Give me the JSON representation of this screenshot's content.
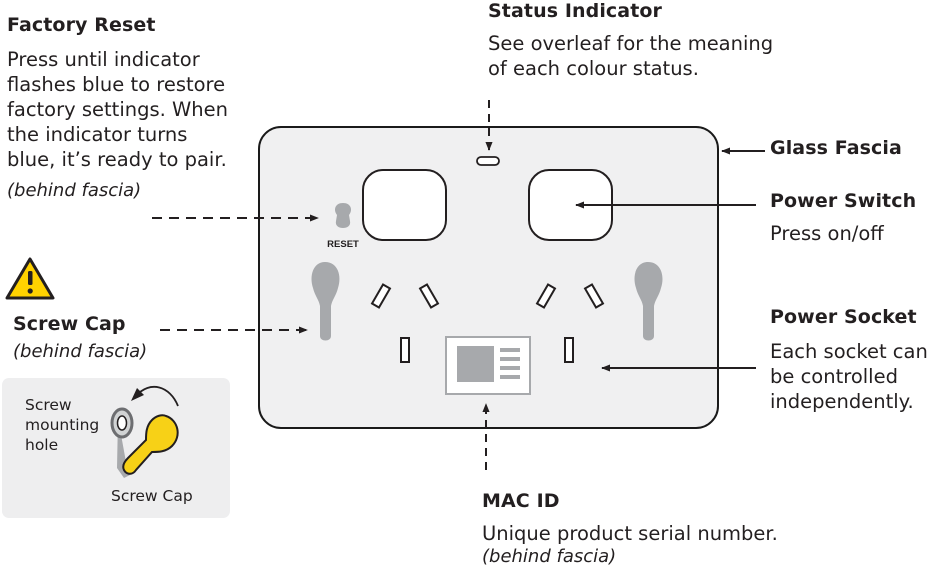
{
  "factory_reset": {
    "title": "Factory Reset",
    "desc": [
      "Press until indicator",
      "flashes blue to restore",
      "factory settings. When",
      "the indicator turns",
      "blue, it’s ready to pair."
    ],
    "note": "(behind fascia)"
  },
  "status_indicator": {
    "title": "Status Indicator",
    "desc": [
      "See overleaf for the meaning",
      "of each colour status."
    ]
  },
  "glass_fascia": {
    "title": "Glass Fascia"
  },
  "power_switch": {
    "title": "Power Switch",
    "desc": "Press on/off"
  },
  "power_socket": {
    "title": "Power Socket",
    "desc": [
      "Each socket can",
      "be controlled",
      "independently."
    ]
  },
  "screw_cap": {
    "title": "Screw Cap",
    "note": "(behind fascia)"
  },
  "inset": {
    "mounting_label": [
      "Screw",
      "mounting",
      "hole"
    ],
    "cap_label": "Screw Cap"
  },
  "mac_id": {
    "title": "MAC ID",
    "desc": "Unique product serial number.",
    "note": "(behind fascia)"
  },
  "reset_button_label": "RESET",
  "colors": {
    "text": "#231f20",
    "fascia_fill": "#f0f0f1",
    "fascia_stroke": "#1a1a1a",
    "grey_part": "#a7a9ac",
    "warning_yellow": "#ffd200",
    "screw_cap_yellow": "#f7d117",
    "inset_bg": "#eeeeef"
  },
  "icons": [
    "warning-triangle-icon",
    "reset-button-icon",
    "status-led-icon",
    "screw-cap-icon",
    "mac-label-icon"
  ]
}
